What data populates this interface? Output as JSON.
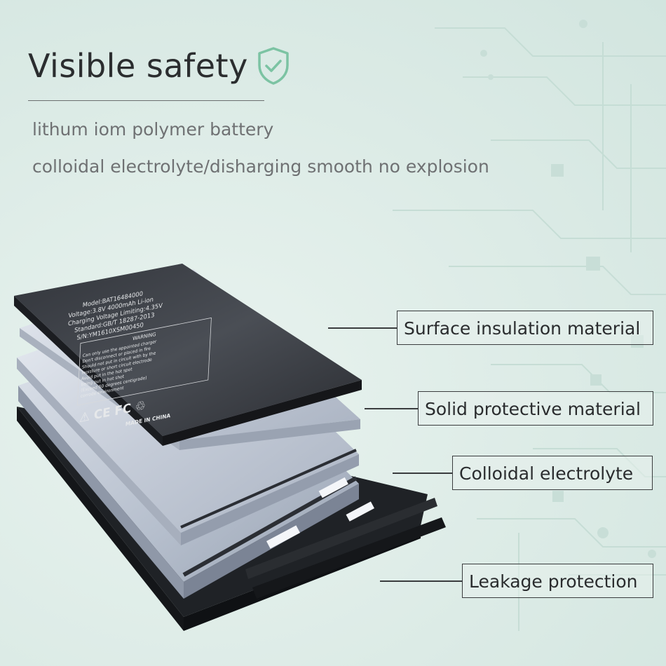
{
  "header": {
    "title": "Visible safety",
    "icon": "shield-check-icon",
    "accent_color": "#7cc3a3"
  },
  "subtitles": [
    "lithum iom polymer battery",
    "colloidal electrolyte/disharging smooth no explosion"
  ],
  "battery_label": {
    "model": "Model:BAT16484000",
    "voltage": "Voltage:3.8V 4000mAh Li-ion",
    "charging": "Charging Voltage Limiting:4.35V",
    "standard": "Standard:GB/T 18287-2013",
    "serial": "S/N:YM1610XSM00450",
    "warning_title": "WARNING",
    "warning_lines": [
      "Can only use the appointed charger",
      "Don't disconnect or placed in fire",
      "Should not put in circuit with by the",
      "moisture or short circuit electrode",
      "Avoid put in the hot spot",
      "being put in hot shot",
      "(Exceed 60 degrees centigrade)",
      "corrode environment"
    ],
    "cert_marks": "⚠ CE FC ♲",
    "made_in": "MADE IN CHINA"
  },
  "callouts": [
    "Surface insulation material",
    "Solid protective material",
    "Colloidal electrolyte",
    "Leakage protection"
  ]
}
